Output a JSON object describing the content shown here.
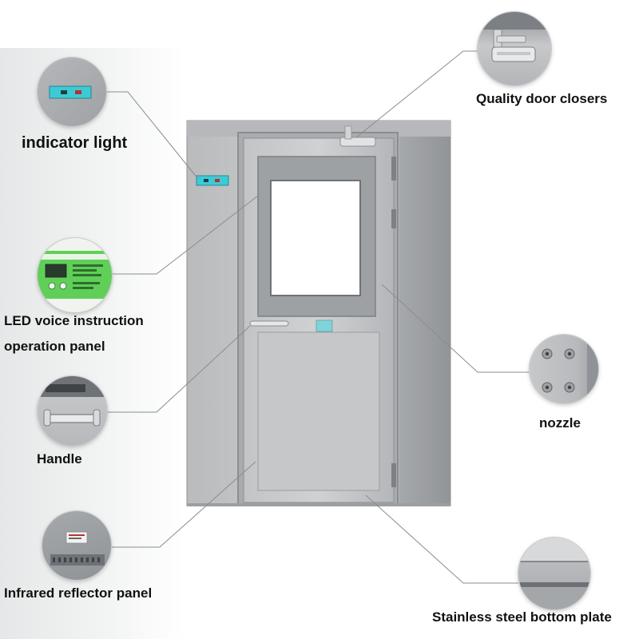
{
  "callouts": [
    {
      "id": "indicator-light",
      "label": "indicator light"
    },
    {
      "id": "led-panel",
      "label_line1": "LED voice instruction",
      "label_line2": "operation panel"
    },
    {
      "id": "handle",
      "label": "Handle"
    },
    {
      "id": "infrared-reflector",
      "label": "Infrared reflector panel"
    },
    {
      "id": "door-closer",
      "label": "Quality door closers"
    },
    {
      "id": "nozzle",
      "label": "nozzle"
    },
    {
      "id": "bottom-plate",
      "label": "Stainless steel bottom plate"
    }
  ],
  "colors": {
    "steel_light": "#c4c6c8",
    "steel_mid": "#aeb0b3",
    "steel_dark": "#8c8f93",
    "indicator_teal": "#3ccbd6",
    "led_green": "#5fcf58",
    "window_glass": "#ffffff"
  }
}
